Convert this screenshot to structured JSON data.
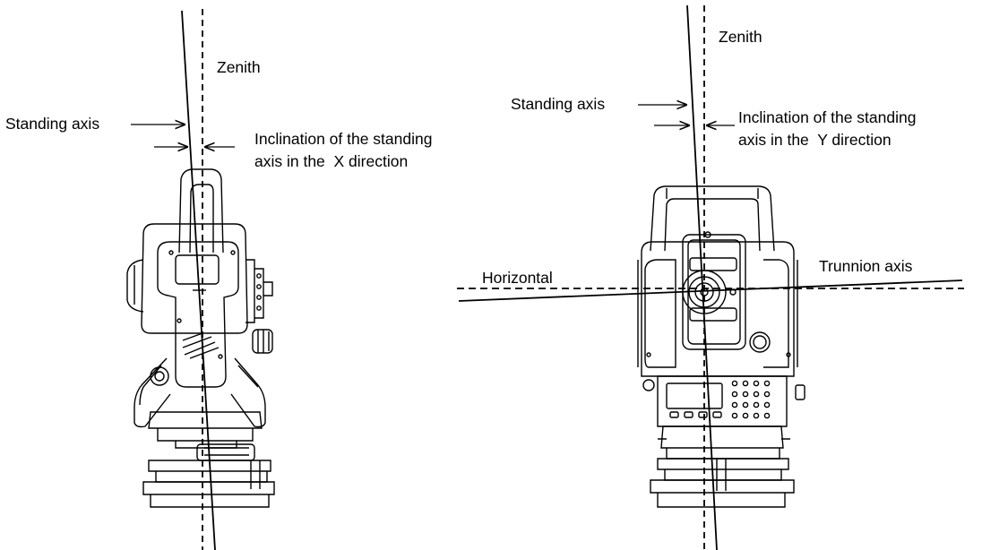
{
  "left_figure": {
    "zenith_label": "Zenith",
    "standing_axis_label": "Standing axis",
    "inclination_label_line1": "Inclination of the standing",
    "inclination_label_line2": "axis in the  X direction"
  },
  "right_figure": {
    "zenith_label": "Zenith",
    "standing_axis_label": "Standing axis",
    "inclination_label_line1": "Inclination of the standing",
    "inclination_label_line2": "axis in the  Y direction",
    "horizontal_label": "Horizontal",
    "trunnion_axis_label": "Trunnion axis"
  },
  "colors": {
    "ink": "#000000",
    "background": "#ffffff"
  }
}
